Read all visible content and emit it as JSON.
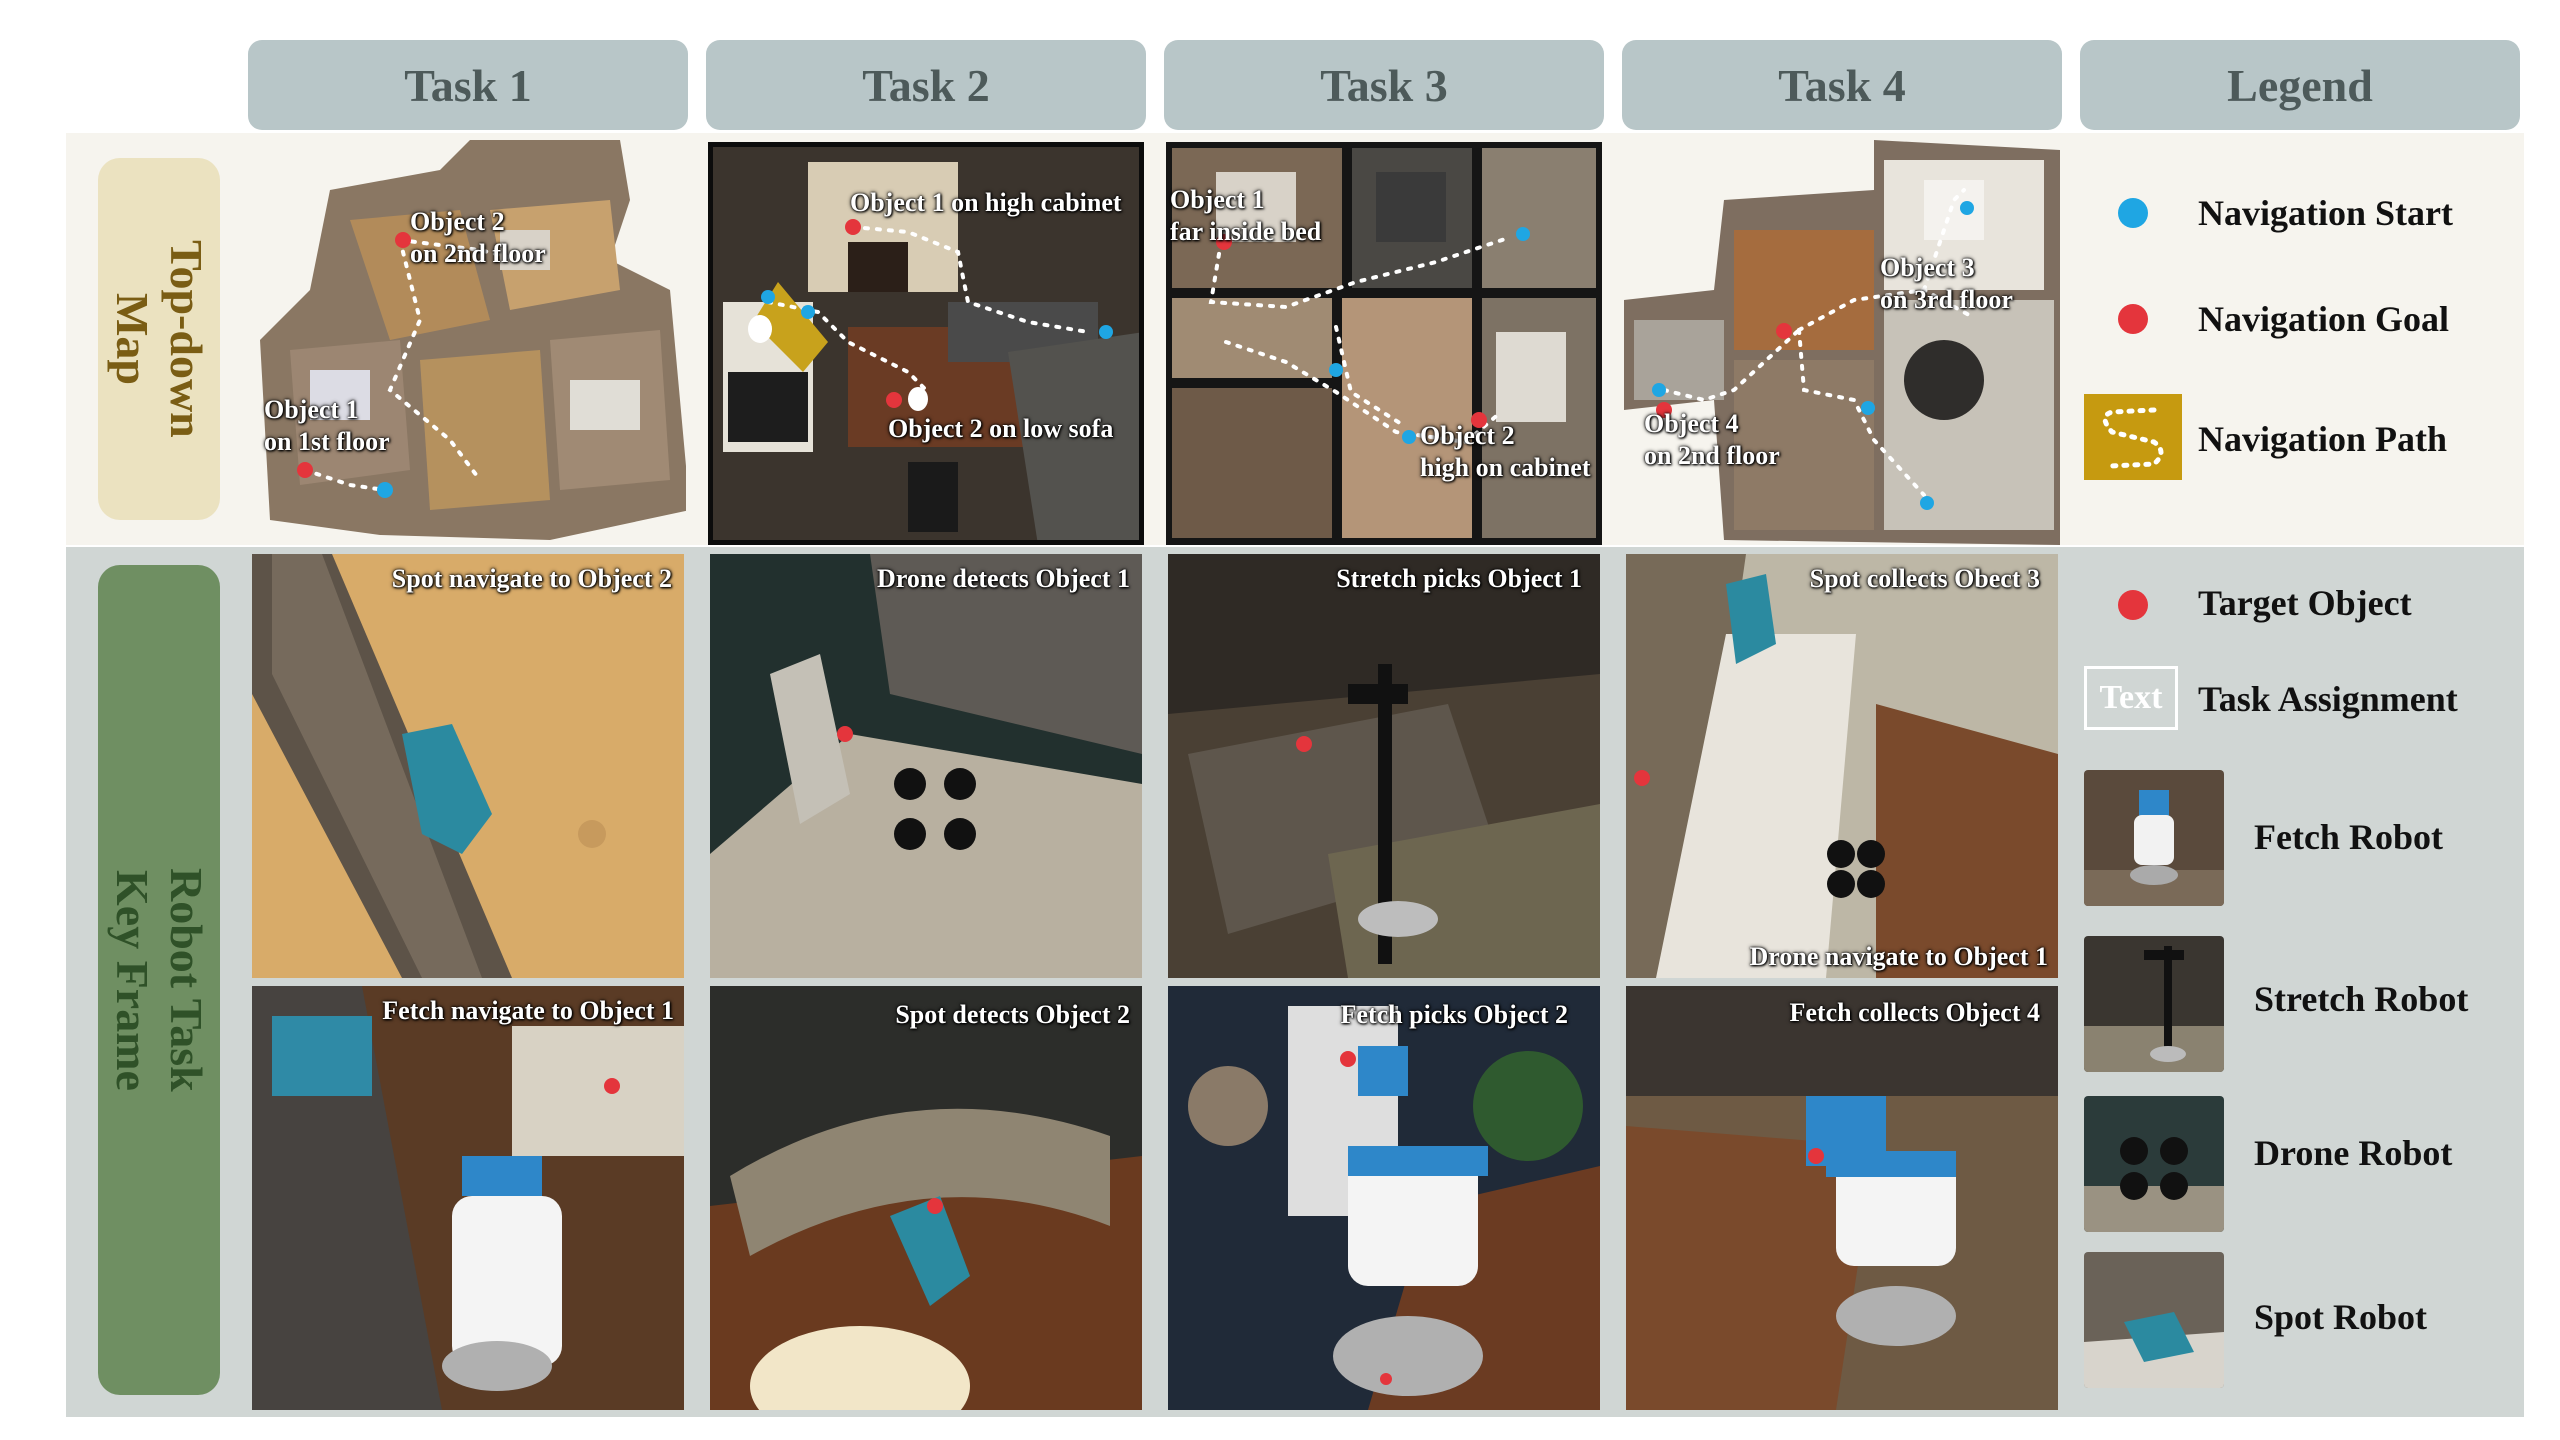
{
  "columns": [
    "Task 1",
    "Task 2",
    "Task 3",
    "Task 4",
    "Legend"
  ],
  "rows": {
    "map": "Top-down\nMap",
    "keyframe": "Robot Task\nKey Frame"
  },
  "maps": {
    "t1": [
      "Object 2\non 2nd floor",
      "Object 1\non 1st floor"
    ],
    "t2": [
      "Object 1 on high cabinet",
      "Object 2 on low sofa"
    ],
    "t3": [
      "Object 1\nfar inside bed",
      "Object 2\nhigh on cabinet"
    ],
    "t4": [
      "Object 3\non 3rd floor",
      "Object 4\non 2nd floor"
    ]
  },
  "frames": {
    "t1": [
      "Spot navigate to Object 2",
      "Fetch navigate to Object 1"
    ],
    "t2": [
      "Drone detects Object 1",
      "Spot detects Object 2"
    ],
    "t3": [
      "Stretch picks Object 1",
      "Fetch picks Object 2"
    ],
    "t4": [
      "Spot collects Obect 3",
      "Drone navigate to Object 1",
      "Fetch collects Object 4"
    ]
  },
  "legend": {
    "nav_start": "Navigation Start",
    "nav_goal": "Navigation Goal",
    "nav_path": "Navigation Path",
    "target": "Target Object",
    "text_box": "Text",
    "task_assignment": "Task Assignment",
    "fetch": "Fetch Robot",
    "stretch": "Stretch Robot",
    "drone": "Drone Robot",
    "spot": "Spot Robot"
  },
  "colors": {
    "header": "#b8c6c8",
    "start_dot": "#1fa6e3",
    "goal_dot": "#e4353c",
    "path_box": "#c69a10",
    "map_label_bg": "#ebe2c0",
    "map_label_text": "#7a5d14",
    "frame_label_bg": "#6f8f62",
    "frame_label_text": "#2f5128"
  }
}
